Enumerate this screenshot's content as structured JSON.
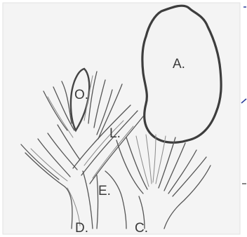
{
  "labels": {
    "a": "A.",
    "o": "O.",
    "l": "L.",
    "e": "E.",
    "d": "D.",
    "c": "C."
  }
}
